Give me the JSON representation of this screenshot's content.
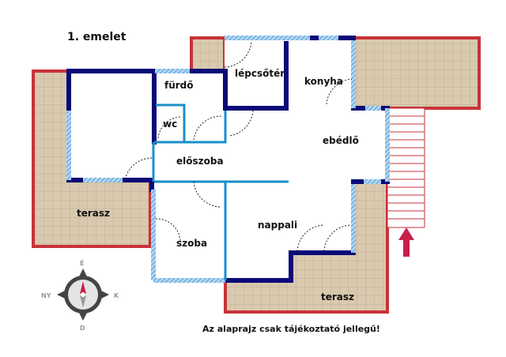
{
  "title": "1. emelet",
  "rooms": {
    "furdo": "fürdő",
    "lepcsoter": "lépcsőtér",
    "konyha": "konyha",
    "wc": "wc",
    "ebedlo": "ebédlő",
    "eloszoba": "előszoba",
    "nappali": "nappali",
    "szoba": "szoba",
    "terasz_left": "terasz",
    "terasz_bottom": "terasz"
  },
  "compass": {
    "north": "É",
    "south": "D",
    "east": "K",
    "west": "NY"
  },
  "note": "Az alaprajz csak tájékoztató jellegű!",
  "colors": {
    "outer_wall": "#0a0a78",
    "inner_wall": "#1a8fc9",
    "window": "#9cc8ea",
    "terrace_border": "#c8333a",
    "tile": "#d8c8ae",
    "arrow": "#c8204a"
  }
}
